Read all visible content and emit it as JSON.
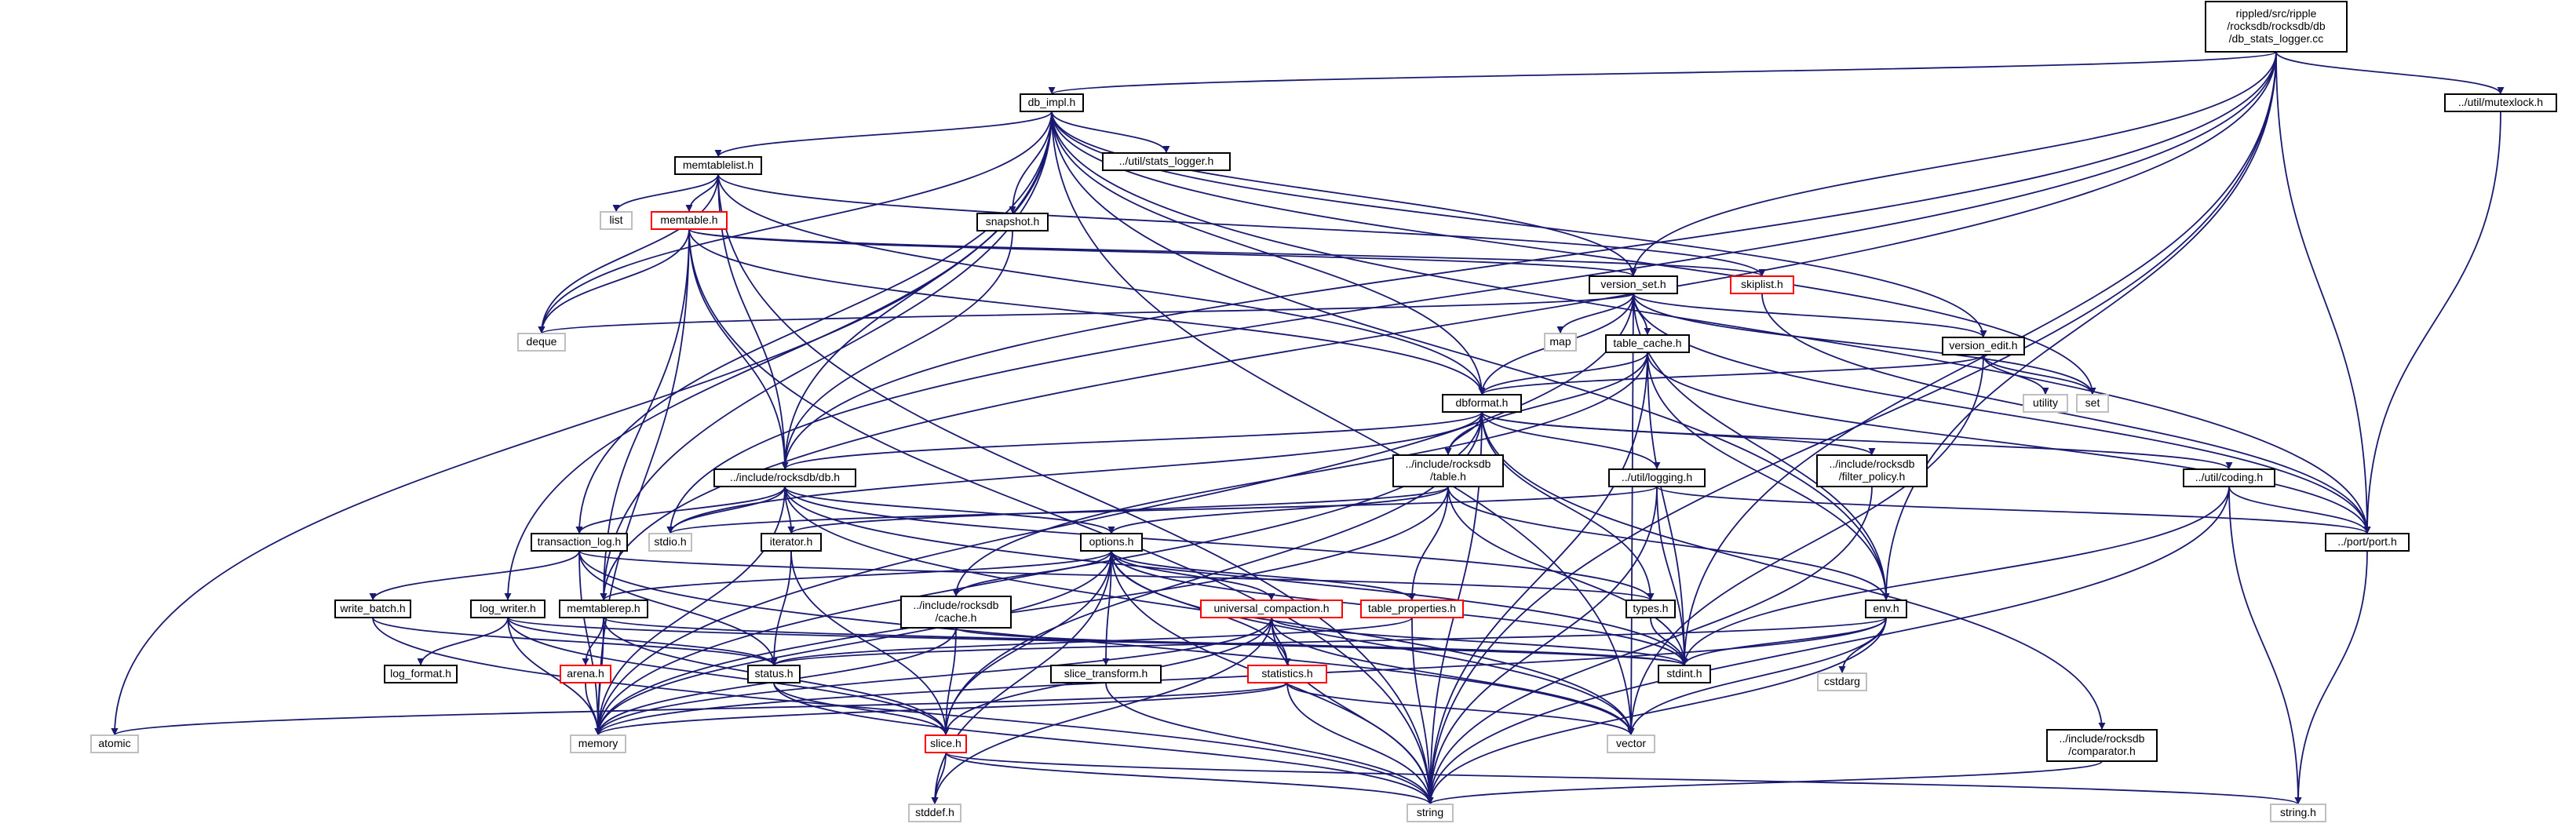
{
  "colors": {
    "edge": "#191970",
    "border_default": "#000000",
    "border_red": "#ff0000",
    "border_system": "#bfbfbf",
    "fill_root": "#bfbfbf",
    "fill_default": "#ffffff"
  },
  "nodes": [
    {
      "id": "root",
      "lines": [
        "rippled/src/ripple",
        "/rocksdb/rocksdb/db",
        "/db_stats_logger.cc"
      ],
      "style": "root"
    },
    {
      "id": "db_impl",
      "lines": [
        "db_impl.h"
      ],
      "style": "default"
    },
    {
      "id": "mutexlock",
      "lines": [
        "../util/mutexlock.h"
      ],
      "style": "default"
    },
    {
      "id": "stats_logger",
      "lines": [
        "../util/stats_logger.h"
      ],
      "style": "default"
    },
    {
      "id": "memtablelist",
      "lines": [
        "memtablelist.h"
      ],
      "style": "default"
    },
    {
      "id": "snapshot",
      "lines": [
        "snapshot.h"
      ],
      "style": "default"
    },
    {
      "id": "list",
      "lines": [
        "list"
      ],
      "style": "system"
    },
    {
      "id": "memtable",
      "lines": [
        "memtable.h"
      ],
      "style": "red"
    },
    {
      "id": "skiplist",
      "lines": [
        "skiplist.h"
      ],
      "style": "red"
    },
    {
      "id": "version_set",
      "lines": [
        "version_set.h"
      ],
      "style": "default"
    },
    {
      "id": "deque",
      "lines": [
        "deque"
      ],
      "style": "system"
    },
    {
      "id": "map",
      "lines": [
        "map"
      ],
      "style": "system"
    },
    {
      "id": "table_cache",
      "lines": [
        "table_cache.h"
      ],
      "style": "default"
    },
    {
      "id": "version_edit",
      "lines": [
        "version_edit.h"
      ],
      "style": "default"
    },
    {
      "id": "utility",
      "lines": [
        "utility"
      ],
      "style": "system"
    },
    {
      "id": "set",
      "lines": [
        "set"
      ],
      "style": "system"
    },
    {
      "id": "dbformat",
      "lines": [
        "dbformat.h"
      ],
      "style": "default"
    },
    {
      "id": "rocksdb_db",
      "lines": [
        "../include/rocksdb/db.h"
      ],
      "style": "default"
    },
    {
      "id": "rocksdb_table",
      "lines": [
        "../include/rocksdb",
        "/table.h"
      ],
      "style": "default"
    },
    {
      "id": "logging",
      "lines": [
        "../util/logging.h"
      ],
      "style": "default"
    },
    {
      "id": "filter_policy",
      "lines": [
        "../include/rocksdb",
        "/filter_policy.h"
      ],
      "style": "default"
    },
    {
      "id": "coding",
      "lines": [
        "../util/coding.h"
      ],
      "style": "default"
    },
    {
      "id": "port",
      "lines": [
        "../port/port.h"
      ],
      "style": "default"
    },
    {
      "id": "stdio",
      "lines": [
        "stdio.h"
      ],
      "style": "system"
    },
    {
      "id": "iterator",
      "lines": [
        "iterator.h"
      ],
      "style": "default"
    },
    {
      "id": "options",
      "lines": [
        "options.h"
      ],
      "style": "default"
    },
    {
      "id": "transaction_log",
      "lines": [
        "transaction_log.h"
      ],
      "style": "default"
    },
    {
      "id": "types",
      "lines": [
        "types.h"
      ],
      "style": "default"
    },
    {
      "id": "write_batch",
      "lines": [
        "write_batch.h"
      ],
      "style": "default"
    },
    {
      "id": "log_writer",
      "lines": [
        "log_writer.h"
      ],
      "style": "default"
    },
    {
      "id": "memtablerep",
      "lines": [
        "memtablerep.h"
      ],
      "style": "default"
    },
    {
      "id": "rocksdb_cache",
      "lines": [
        "../include/rocksdb",
        "/cache.h"
      ],
      "style": "default"
    },
    {
      "id": "universal_compaction",
      "lines": [
        "universal_compaction.h"
      ],
      "style": "red"
    },
    {
      "id": "table_properties",
      "lines": [
        "table_properties.h"
      ],
      "style": "red"
    },
    {
      "id": "env",
      "lines": [
        "env.h"
      ],
      "style": "default"
    },
    {
      "id": "log_format",
      "lines": [
        "log_format.h"
      ],
      "style": "default"
    },
    {
      "id": "arena",
      "lines": [
        "arena.h"
      ],
      "style": "red"
    },
    {
      "id": "status",
      "lines": [
        "status.h"
      ],
      "style": "default"
    },
    {
      "id": "slice_transform",
      "lines": [
        "slice_transform.h"
      ],
      "style": "default"
    },
    {
      "id": "statistics",
      "lines": [
        "statistics.h"
      ],
      "style": "red"
    },
    {
      "id": "stdint",
      "lines": [
        "stdint.h"
      ],
      "style": "default"
    },
    {
      "id": "cstdarg",
      "lines": [
        "cstdarg"
      ],
      "style": "system"
    },
    {
      "id": "atomic",
      "lines": [
        "atomic"
      ],
      "style": "system"
    },
    {
      "id": "memory",
      "lines": [
        "memory"
      ],
      "style": "system"
    },
    {
      "id": "slice",
      "lines": [
        "slice.h"
      ],
      "style": "red"
    },
    {
      "id": "vector",
      "lines": [
        "vector"
      ],
      "style": "system"
    },
    {
      "id": "rocksdb_comparator",
      "lines": [
        "../include/rocksdb",
        "/comparator.h"
      ],
      "style": "default"
    },
    {
      "id": "stddef",
      "lines": [
        "stddef.h"
      ],
      "style": "system"
    },
    {
      "id": "string",
      "lines": [
        "string"
      ],
      "style": "system"
    },
    {
      "id": "string_h",
      "lines": [
        "string.h"
      ],
      "style": "system"
    }
  ],
  "edges": [
    [
      "root",
      "db_impl"
    ],
    [
      "root",
      "mutexlock"
    ],
    [
      "root",
      "version_set"
    ],
    [
      "root",
      "env"
    ],
    [
      "root",
      "port"
    ],
    [
      "root",
      "stdint"
    ],
    [
      "root",
      "string"
    ],
    [
      "root",
      "rocksdb_db"
    ],
    [
      "root",
      "stdio"
    ],
    [
      "root",
      "memtablerep"
    ],
    [
      "mutexlock",
      "port"
    ],
    [
      "db_impl",
      "stats_logger"
    ],
    [
      "db_impl",
      "memtablelist"
    ],
    [
      "db_impl",
      "snapshot"
    ],
    [
      "db_impl",
      "version_set"
    ],
    [
      "db_impl",
      "version_edit"
    ],
    [
      "db_impl",
      "dbformat"
    ],
    [
      "db_impl",
      "rocksdb_db"
    ],
    [
      "db_impl",
      "env"
    ],
    [
      "db_impl",
      "port"
    ],
    [
      "db_impl",
      "deque"
    ],
    [
      "db_impl",
      "set"
    ],
    [
      "db_impl",
      "vector"
    ],
    [
      "db_impl",
      "atomic"
    ],
    [
      "db_impl",
      "log_writer"
    ],
    [
      "db_impl",
      "transaction_log"
    ],
    [
      "db_impl",
      "memtablerep"
    ],
    [
      "memtablelist",
      "list"
    ],
    [
      "memtablelist",
      "deque"
    ],
    [
      "memtablelist",
      "memtable"
    ],
    [
      "memtablelist",
      "rocksdb_db"
    ],
    [
      "memtablelist",
      "dbformat"
    ],
    [
      "memtablelist",
      "skiplist"
    ],
    [
      "memtablelist",
      "string"
    ],
    [
      "snapshot",
      "rocksdb_db"
    ],
    [
      "memtable",
      "version_set"
    ],
    [
      "memtable",
      "skiplist"
    ],
    [
      "memtable",
      "deque"
    ],
    [
      "memtable",
      "rocksdb_db"
    ],
    [
      "memtable",
      "dbformat"
    ],
    [
      "memtable",
      "memtablerep"
    ],
    [
      "memtable",
      "memory"
    ],
    [
      "memtable",
      "string"
    ],
    [
      "skiplist",
      "port"
    ],
    [
      "version_set",
      "deque"
    ],
    [
      "version_set",
      "map"
    ],
    [
      "version_set",
      "set"
    ],
    [
      "version_set",
      "table_cache"
    ],
    [
      "version_set",
      "version_edit"
    ],
    [
      "version_set",
      "dbformat"
    ],
    [
      "version_set",
      "port"
    ],
    [
      "version_set",
      "memory"
    ],
    [
      "version_set",
      "vector"
    ],
    [
      "version_set",
      "env"
    ],
    [
      "table_cache",
      "dbformat"
    ],
    [
      "table_cache",
      "rocksdb_table"
    ],
    [
      "table_cache",
      "env"
    ],
    [
      "table_cache",
      "port"
    ],
    [
      "table_cache",
      "stdint"
    ],
    [
      "table_cache",
      "rocksdb_cache"
    ],
    [
      "table_cache",
      "string"
    ],
    [
      "version_edit",
      "dbformat"
    ],
    [
      "version_edit",
      "set"
    ],
    [
      "version_edit",
      "utility"
    ],
    [
      "version_edit",
      "vector"
    ],
    [
      "dbformat",
      "rocksdb_db"
    ],
    [
      "dbformat",
      "rocksdb_table"
    ],
    [
      "dbformat",
      "logging"
    ],
    [
      "dbformat",
      "filter_policy"
    ],
    [
      "dbformat",
      "coding"
    ],
    [
      "dbformat",
      "slice"
    ],
    [
      "dbformat",
      "types"
    ],
    [
      "dbformat",
      "stdio"
    ],
    [
      "dbformat",
      "rocksdb_comparator"
    ],
    [
      "dbformat",
      "string"
    ],
    [
      "dbformat",
      "memory"
    ],
    [
      "rocksdb_table",
      "iterator"
    ],
    [
      "rocksdb_table",
      "options"
    ],
    [
      "rocksdb_table",
      "env"
    ],
    [
      "rocksdb_table",
      "table_properties"
    ],
    [
      "rocksdb_table",
      "stdint"
    ],
    [
      "rocksdb_table",
      "memory"
    ],
    [
      "logging",
      "stdio"
    ],
    [
      "logging",
      "stdint"
    ],
    [
      "logging",
      "string"
    ],
    [
      "logging",
      "port"
    ],
    [
      "filter_policy",
      "string"
    ],
    [
      "coding",
      "port"
    ],
    [
      "coding",
      "stdint"
    ],
    [
      "coding",
      "string"
    ],
    [
      "coding",
      "string_h"
    ],
    [
      "port",
      "string_h"
    ],
    [
      "rocksdb_db",
      "stdio"
    ],
    [
      "rocksdb_db",
      "iterator"
    ],
    [
      "rocksdb_db",
      "options"
    ],
    [
      "rocksdb_db",
      "transaction_log"
    ],
    [
      "rocksdb_db",
      "types"
    ],
    [
      "rocksdb_db",
      "stdint"
    ],
    [
      "rocksdb_db",
      "memory"
    ],
    [
      "rocksdb_db",
      "vector"
    ],
    [
      "iterator",
      "status"
    ],
    [
      "iterator",
      "slice"
    ],
    [
      "options",
      "memtablerep"
    ],
    [
      "options",
      "rocksdb_cache"
    ],
    [
      "options",
      "universal_compaction"
    ],
    [
      "options",
      "table_properties"
    ],
    [
      "options",
      "slice_transform"
    ],
    [
      "options",
      "statistics"
    ],
    [
      "options",
      "stdint"
    ],
    [
      "options",
      "slice"
    ],
    [
      "options",
      "memory"
    ],
    [
      "options",
      "vector"
    ],
    [
      "options",
      "string"
    ],
    [
      "options",
      "stddef"
    ],
    [
      "transaction_log",
      "write_batch"
    ],
    [
      "transaction_log",
      "status"
    ],
    [
      "transaction_log",
      "types"
    ],
    [
      "transaction_log",
      "memory"
    ],
    [
      "transaction_log",
      "vector"
    ],
    [
      "types",
      "stdint"
    ],
    [
      "write_batch",
      "status"
    ],
    [
      "write_batch",
      "string"
    ],
    [
      "log_writer",
      "log_format"
    ],
    [
      "log_writer",
      "status"
    ],
    [
      "log_writer",
      "slice"
    ],
    [
      "log_writer",
      "memory"
    ],
    [
      "log_writer",
      "stdint"
    ],
    [
      "memtablerep",
      "arena"
    ],
    [
      "memtablerep",
      "memory"
    ],
    [
      "memtablerep",
      "slice"
    ],
    [
      "memtablerep",
      "stdint"
    ],
    [
      "rocksdb_cache",
      "slice"
    ],
    [
      "rocksdb_cache",
      "memory"
    ],
    [
      "rocksdb_cache",
      "stdint"
    ],
    [
      "universal_compaction",
      "statistics"
    ],
    [
      "universal_compaction",
      "memory"
    ],
    [
      "universal_compaction",
      "string"
    ],
    [
      "universal_compaction",
      "vector"
    ],
    [
      "universal_compaction",
      "slice"
    ],
    [
      "universal_compaction",
      "stddef"
    ],
    [
      "universal_compaction",
      "stdint"
    ],
    [
      "table_properties",
      "string"
    ],
    [
      "table_properties",
      "status"
    ],
    [
      "env",
      "stdint"
    ],
    [
      "env",
      "cstdarg"
    ],
    [
      "env",
      "status"
    ],
    [
      "env",
      "memory"
    ],
    [
      "env",
      "vector"
    ],
    [
      "env",
      "string"
    ],
    [
      "arena",
      "memory"
    ],
    [
      "status",
      "slice"
    ],
    [
      "status",
      "string"
    ],
    [
      "slice_transform",
      "string"
    ],
    [
      "statistics",
      "atomic"
    ],
    [
      "statistics",
      "memory"
    ],
    [
      "statistics",
      "string"
    ],
    [
      "statistics",
      "vector"
    ],
    [
      "slice",
      "stddef"
    ],
    [
      "slice",
      "string"
    ],
    [
      "slice",
      "string_h"
    ],
    [
      "rocksdb_comparator",
      "string"
    ]
  ]
}
